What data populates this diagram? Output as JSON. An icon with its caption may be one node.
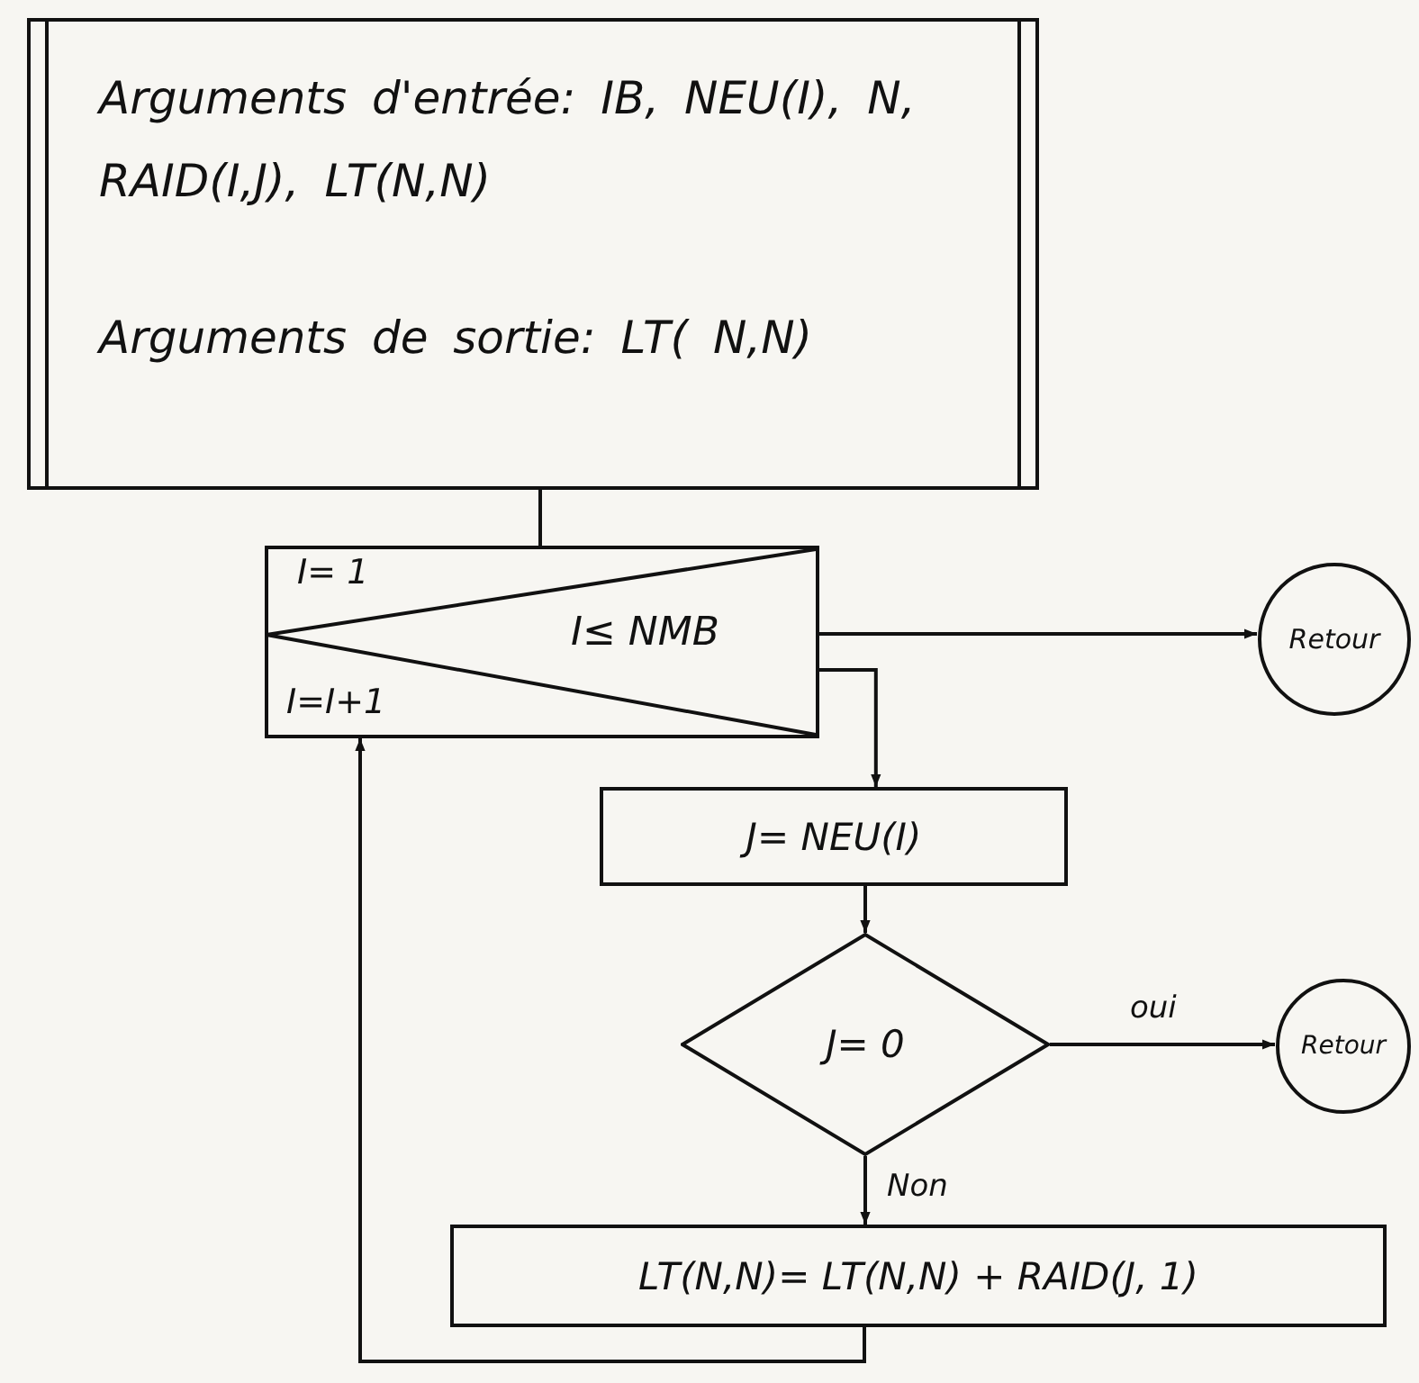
{
  "diagram": {
    "nodes": [
      {
        "text": [
          "Arguments d'entrée: IB, NEU(I), N, RAID(I,J), LT(N,N)",
          "Arguments de sortie: LT( N,N)"
        ]
      },
      {
        "text": [
          "I= 1",
          "I≤ NMB",
          "I=I+1"
        ]
      },
      {
        "text": [
          "Retour"
        ]
      },
      {
        "text": [
          "J= NEU(I)"
        ]
      },
      {
        "text": [
          "J= 0"
        ]
      },
      {
        "text": [
          "Retour"
        ]
      },
      {
        "text": [
          "LT(N,N)= LT(N,N) + RAID(J, 1)"
        ]
      }
    ],
    "edges": [
      {
        "from": 0,
        "to": 1,
        "arrow": "none"
      },
      {
        "from": 1,
        "to": 2,
        "arrow": "to"
      },
      {
        "from": 1,
        "to": 3,
        "arrow": "to"
      },
      {
        "from": 3,
        "to": 4,
        "arrow": "to"
      },
      {
        "from": 4,
        "to": 5,
        "arrow": "to",
        "label": "oui"
      },
      {
        "from": 4,
        "to": 6,
        "arrow": "to",
        "label": "Non"
      },
      {
        "from": 6,
        "to": 1,
        "arrow": "to"
      }
    ]
  }
}
